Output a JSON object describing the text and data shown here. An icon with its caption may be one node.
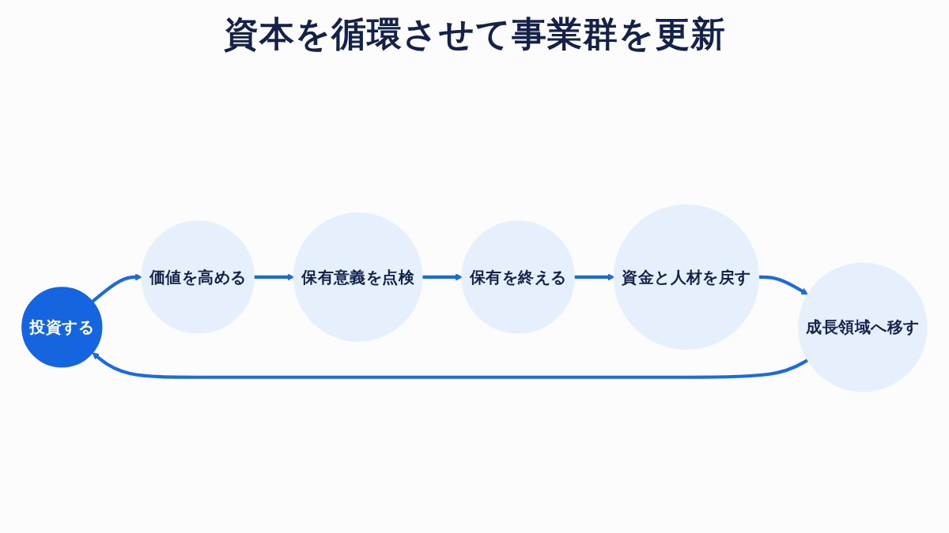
{
  "diagram": {
    "title": "資本を循環させて事業群を更新",
    "nodes": [
      {
        "text": [
          "投資する"
        ]
      },
      {
        "text": [
          "価値を高める"
        ]
      },
      {
        "text": [
          "保有意義を点検"
        ]
      },
      {
        "text": [
          "保有を終える"
        ]
      },
      {
        "text": [
          "資金と人材を戻す"
        ]
      },
      {
        "text": [
          "成長領域へ移す"
        ]
      }
    ],
    "edges": [
      {
        "from": 0,
        "to": 1,
        "arrow": "to"
      },
      {
        "from": 1,
        "to": 2,
        "arrow": "to"
      },
      {
        "from": 2,
        "to": 3,
        "arrow": "to"
      },
      {
        "from": 3,
        "to": 4,
        "arrow": "to"
      },
      {
        "from": 4,
        "to": 5,
        "arrow": "to"
      },
      {
        "from": 5,
        "to": 0,
        "arrow": "to"
      }
    ]
  }
}
